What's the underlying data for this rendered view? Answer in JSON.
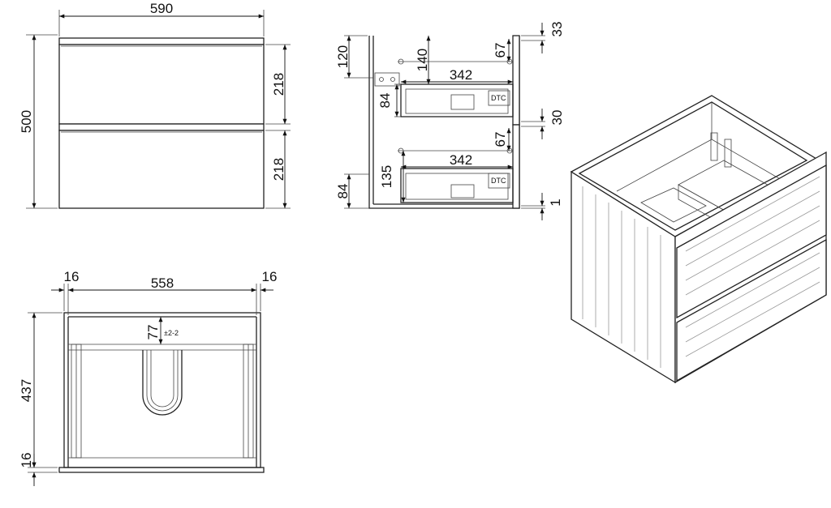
{
  "front_view": {
    "width": "590",
    "height": "500",
    "drawer_top": "218",
    "drawer_bottom": "218"
  },
  "side_view": {
    "top_gap": "33",
    "top_offset": "120",
    "drawer_depth_top": "140",
    "slide_length_top": "342",
    "drawer_height_top": "84",
    "slide_gap_top": "67",
    "mid_gap": "30",
    "slide_gap_bottom": "67",
    "slide_length_bottom": "342",
    "drawer_depth_bottom": "135",
    "drawer_height_bottom": "84",
    "bottom_gap": "1"
  },
  "plan_view": {
    "left_panel": "16",
    "inner_width": "558",
    "right_panel": "16",
    "depth": "437",
    "back_panel": "16",
    "cutout_depth": "77",
    "cutout_note": "±2-2"
  }
}
